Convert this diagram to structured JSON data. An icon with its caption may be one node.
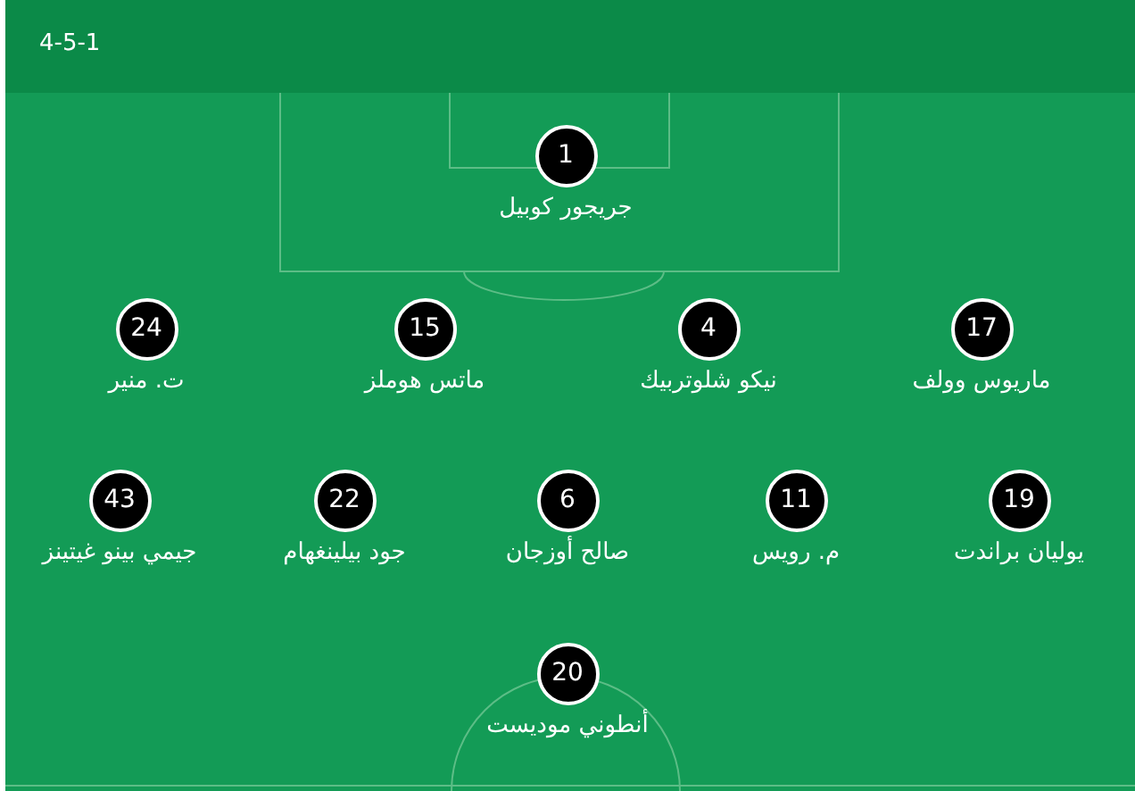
{
  "diagram": {
    "nodes": [
      {
        "text": [
          "1"
        ],
        "beside": [
          "جريجور كوبيل"
        ]
      },
      {
        "text": [
          "24"
        ],
        "beside": [
          "ت. منير"
        ]
      },
      {
        "text": [
          "15"
        ],
        "beside": [
          "ماتس هوملز"
        ]
      },
      {
        "text": [
          "4"
        ],
        "beside": [
          "نيكو شلوتربيك"
        ]
      },
      {
        "text": [
          "17"
        ],
        "beside": [
          "ماريوس وولف"
        ]
      },
      {
        "text": [
          "43"
        ],
        "beside": [
          "جيمي بينو غيتينز"
        ]
      },
      {
        "text": [
          "22"
        ],
        "beside": [
          "جود بيلينغهام"
        ]
      },
      {
        "text": [
          "6"
        ],
        "beside": [
          "صالح أوزجان"
        ]
      },
      {
        "text": [
          "11"
        ],
        "beside": [
          "م. رويس"
        ]
      },
      {
        "text": [
          "19"
        ],
        "beside": [
          "يوليان براندت"
        ]
      },
      {
        "text": [
          "20"
        ],
        "beside": [
          "أنطوني موديست"
        ]
      }
    ],
    "labels": [
      "4-5-1"
    ]
  }
}
